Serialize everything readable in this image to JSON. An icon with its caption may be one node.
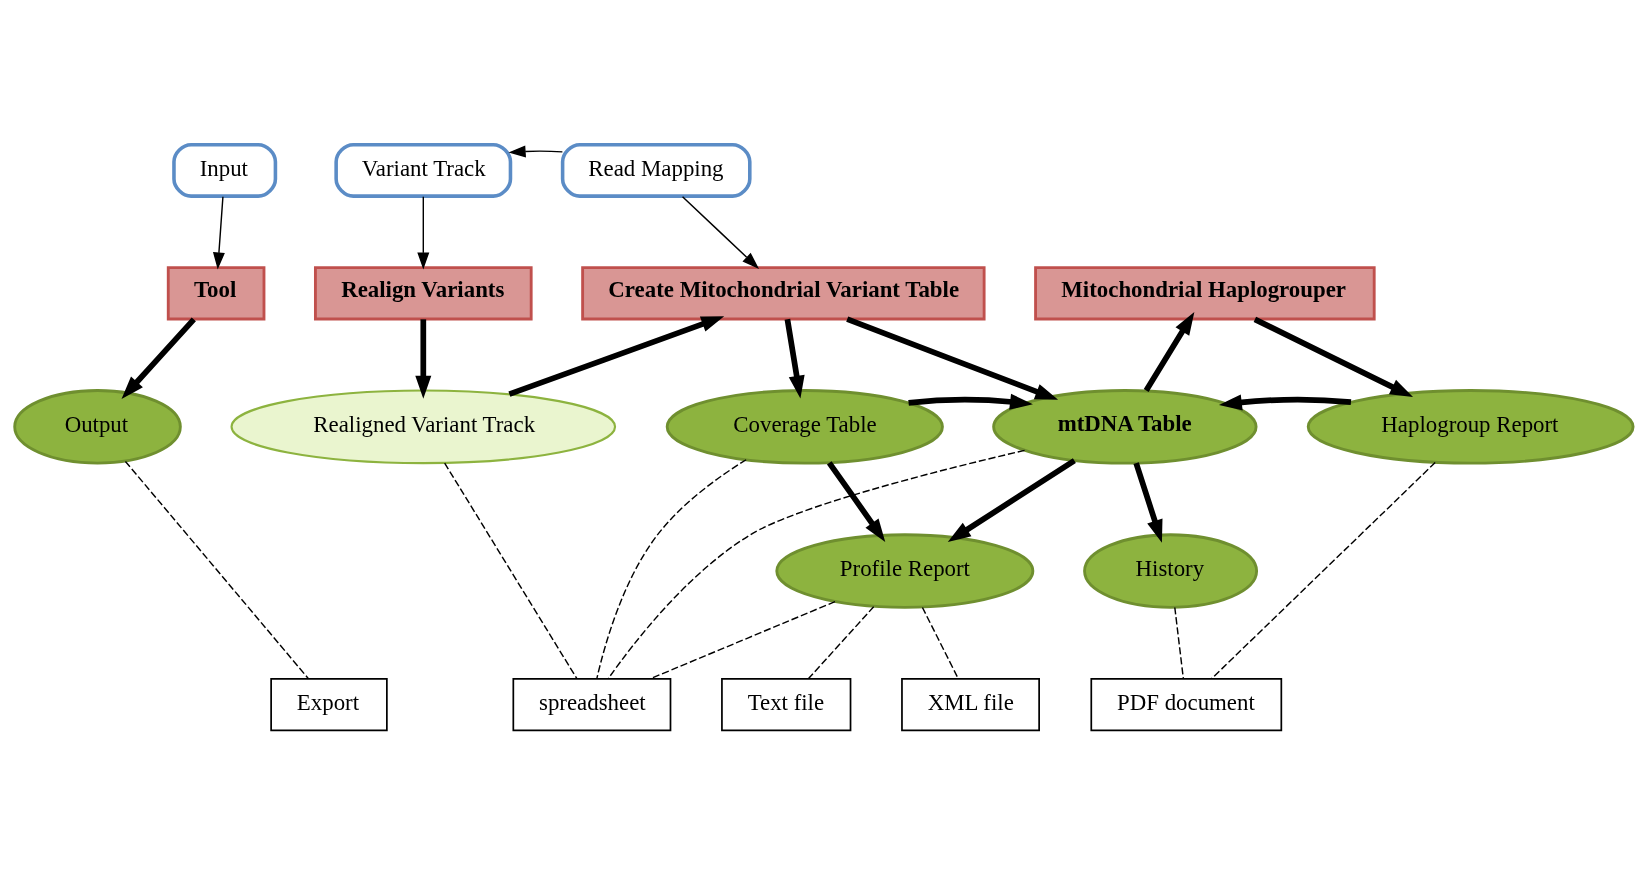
{
  "diagram": {
    "nodes": [
      {
        "text": [
          "Input"
        ]
      },
      {
        "text": [
          "Tool"
        ]
      },
      {
        "text": [
          "Output"
        ]
      },
      {
        "text": [
          "Export"
        ]
      },
      {
        "text": [
          "Variant Track"
        ]
      },
      {
        "text": [
          "Read Mapping"
        ]
      },
      {
        "text": [
          "Realign Variants"
        ]
      },
      {
        "text": [
          "Create Mitochondrial Variant Table"
        ]
      },
      {
        "text": [
          "Mitochondrial Haplogrouper"
        ]
      },
      {
        "text": [
          "Realigned Variant Track"
        ]
      },
      {
        "text": [
          "Coverage Table"
        ]
      },
      {
        "text": [
          "mtDNA Table"
        ]
      },
      {
        "text": [
          "Haplogroup Report"
        ]
      },
      {
        "text": [
          "Profile Report"
        ]
      },
      {
        "text": [
          "History"
        ]
      },
      {
        "text": [
          "spreadsheet"
        ]
      },
      {
        "text": [
          "Text file"
        ]
      },
      {
        "text": [
          "XML file"
        ]
      },
      {
        "text": [
          "PDF document"
        ]
      }
    ],
    "edges": [
      {
        "from": 0,
        "to": 1,
        "arrow": "to"
      },
      {
        "from": 1,
        "to": 2,
        "arrow": "to",
        "style": "thick"
      },
      {
        "from": 2,
        "to": 3,
        "arrow": "none",
        "style": "dashed"
      },
      {
        "from": 5,
        "to": 4,
        "arrow": "to"
      },
      {
        "from": 4,
        "to": 6,
        "arrow": "to"
      },
      {
        "from": 5,
        "to": 7,
        "arrow": "to"
      },
      {
        "from": 6,
        "to": 9,
        "arrow": "to",
        "style": "thick"
      },
      {
        "from": 9,
        "to": 7,
        "arrow": "to",
        "style": "thick"
      },
      {
        "from": 7,
        "to": 10,
        "arrow": "to",
        "style": "thick"
      },
      {
        "from": 7,
        "to": 11,
        "arrow": "to",
        "style": "thick"
      },
      {
        "from": 11,
        "to": 8,
        "arrow": "to",
        "style": "thick"
      },
      {
        "from": 8,
        "to": 12,
        "arrow": "to",
        "style": "thick"
      },
      {
        "from": 12,
        "to": 11,
        "arrow": "to",
        "style": "thick"
      },
      {
        "from": 10,
        "to": 11,
        "arrow": "to",
        "style": "thick"
      },
      {
        "from": 10,
        "to": 13,
        "arrow": "to",
        "style": "thick"
      },
      {
        "from": 11,
        "to": 13,
        "arrow": "to",
        "style": "thick"
      },
      {
        "from": 11,
        "to": 14,
        "arrow": "to",
        "style": "thick"
      },
      {
        "from": 9,
        "to": 15,
        "arrow": "none",
        "style": "dashed"
      },
      {
        "from": 10,
        "to": 15,
        "arrow": "none",
        "style": "dashed"
      },
      {
        "from": 11,
        "to": 15,
        "arrow": "none",
        "style": "dashed"
      },
      {
        "from": 13,
        "to": 15,
        "arrow": "none",
        "style": "dashed"
      },
      {
        "from": 13,
        "to": 16,
        "arrow": "none",
        "style": "dashed"
      },
      {
        "from": 13,
        "to": 17,
        "arrow": "none",
        "style": "dashed"
      },
      {
        "from": 12,
        "to": 18,
        "arrow": "none",
        "style": "dashed"
      },
      {
        "from": 14,
        "to": 18,
        "arrow": "none",
        "style": "dashed"
      }
    ]
  }
}
